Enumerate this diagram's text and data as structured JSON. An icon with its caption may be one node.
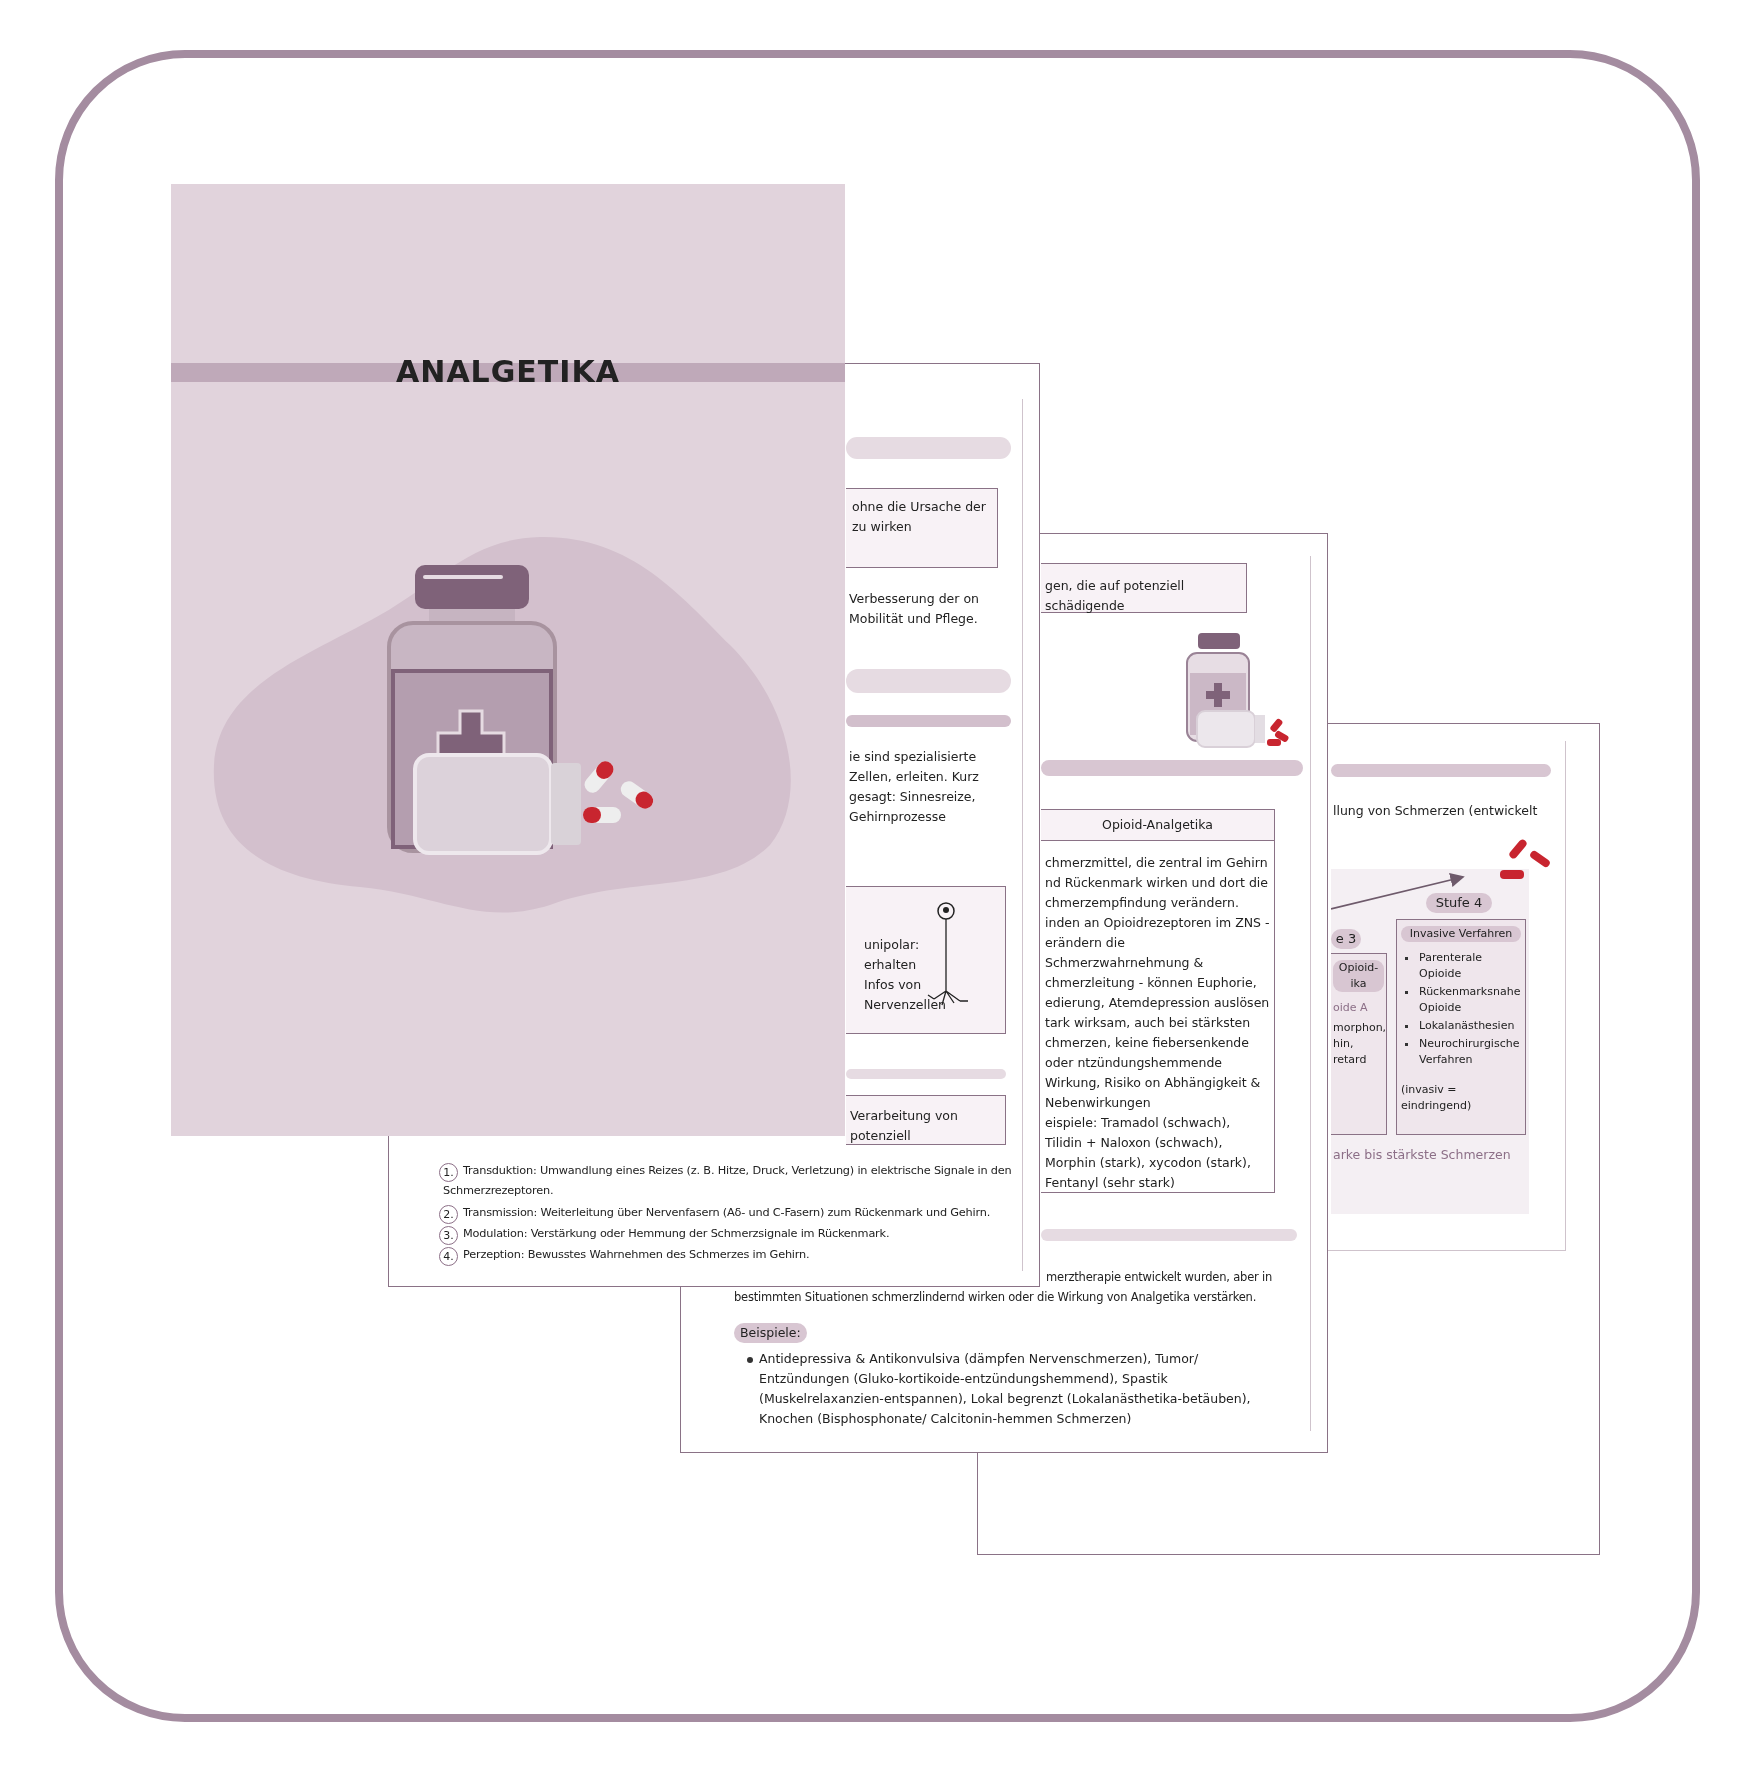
{
  "diagram": {
    "title": "ANALGETIKA",
    "nodes": [
      {
        "text": [
          "ohne die Ursache der zu wirken"
        ]
      },
      {
        "text": [
          "unipolar: erhalten Infos von Nervenzellen"
        ]
      },
      {
        "text": [
          "Verarbeitung von potenziell"
        ]
      },
      {
        "text": [
          "gen, die auf potenziell schädigende"
        ]
      },
      {
        "text": [
          "Opioid-Analgetika",
          "chmerzmittel, die zentral im Gehirn nd Rückenmark wirken und dort die chmerzempfindung verändern.",
          "inden an Opioidrezeptoren im ZNS - erändern die Schmerzwahrnehmung & chmerzleitung - können Euphorie, edierung, Atemdepression auslösen",
          "tark wirksam, auch bei stärksten chmerzen, keine fiebersenkende oder ntzündungshemmende Wirkung, Risiko on Abhängigkeit & Nebenwirkungen",
          "eispiele: Tramadol (schwach), Tilidin + Naloxon (schwach), Morphin (stark), xycodon (stark), Fentanyl (sehr stark)"
        ]
      },
      {
        "text": [
          "Opioid- ika",
          "oide A",
          "morphon, hin, retard"
        ],
        "beside": [
          "e 3"
        ]
      },
      {
        "text": [
          "Invasive Verfahren",
          "Parenterale Opioide",
          "Rückenmarksnahe Opioide",
          "Lokalanästhesien",
          "Neurochirurgische Verfahren",
          "(invasiv = eindringend)"
        ],
        "beside": [
          "Stufe 4"
        ]
      }
    ],
    "labels": [
      "Verbesserung der on Mobilität und Pflege.",
      "ie sind spezialisierte Zellen, erleiten. Kurz gesagt: Sinnesreize, Gehirnprozesse",
      "1.",
      "Transduktion: Umwandlung eines Reizes (z. B. Hitze, Druck, Verletzung) in elektrische Signale in den Schmerzrezeptoren.",
      "2.",
      "Transmission: Weiterleitung über Nervenfasern (Aδ- und C-Fasern) zum Rückenmark und Gehirn.",
      "3.",
      "Modulation: Verstärkung oder Hemmung der Schmerzsignale im Rückenmark.",
      "4.",
      "Perzeption: Bewusstes Wahrnehmen des Schmerzes im Gehirn.",
      "merztherapie entwickelt wurden, aber in bestimmten Situationen schmerzlindernd wirken oder die Wirkung von Analgetika verstärken.",
      "Beispiele:",
      "Antidepressiva & Antikonvulsiva (dämpfen Nervenschmerzen), Tumor/ Entzündungen (Gluko-kortikoide-entzündungshemmend), Spastik (Muskelrelaxanzien-entspannen), Lokal begrenzt (Lokalanästhetika-betäuben), Knochen (Bisphosphonate/ Calcitonin-hemmen Schmerzen)",
      "llung von Schmerzen (entwickelt",
      "arke bis stärkste Schmerzen"
    ]
  }
}
